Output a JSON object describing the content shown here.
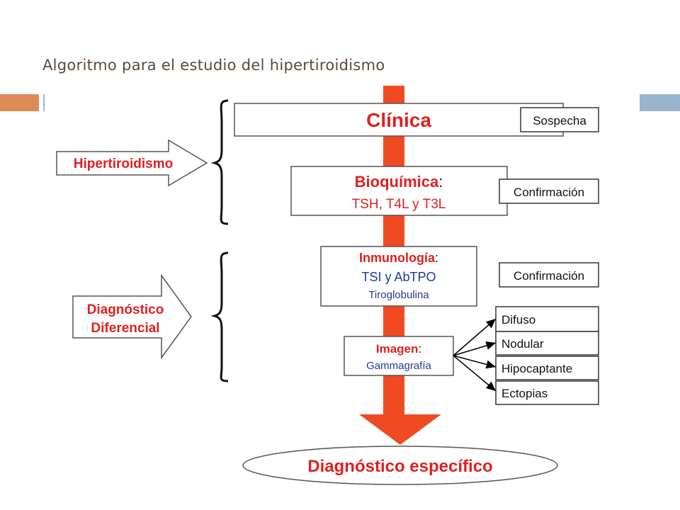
{
  "title": "Algoritmo para el estudio del hipertiroidismo",
  "colors": {
    "flow_arrow": "#f04a23",
    "title_red": "#e02020",
    "sub_blue": "#1f3a93",
    "accent_orange": "#dd8a55",
    "accent_blue": "#9ab4cf"
  },
  "sections": {
    "hipertiroidismo": "Hipertiroidismo",
    "diferencial_line1": "Diagnóstico",
    "diferencial_line2": "Diferencial"
  },
  "steps": {
    "clinica": {
      "title": "Clínica",
      "tag": "Sospecha"
    },
    "bioquimica": {
      "title": "Bioquímica",
      "colon": ":",
      "detail": "TSH, T4L y T3L",
      "tag": "Confirmación"
    },
    "inmunologia": {
      "title": "Inmunología",
      "colon": ":",
      "detail1": "TSI y AbTPO",
      "detail2": "Tiroglobulina",
      "tag": "Confirmación"
    },
    "imagen": {
      "title": "Imagen",
      "colon": ":",
      "detail": "Gammagrafía",
      "results": [
        "Difuso",
        "Nodular",
        "Hipocaptante",
        "Ectopias"
      ]
    }
  },
  "final": "Diagnóstico específico"
}
